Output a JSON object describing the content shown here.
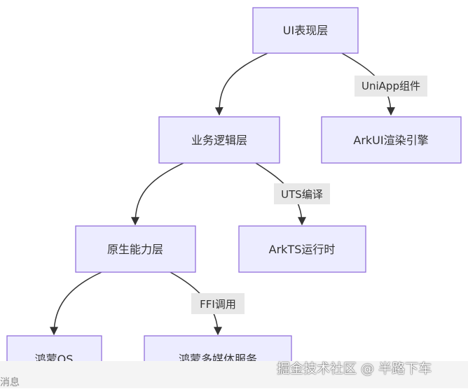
{
  "nodes": {
    "ui_layer": "UI表现层",
    "logic_layer": "业务逻辑层",
    "arkui_engine": "ArkUI渲染引擎",
    "native_layer": "原生能力层",
    "arkts_runtime": "ArkTS运行时",
    "harmony_os": "鸿蒙OS",
    "media_service": "鸿蒙多媒体服务"
  },
  "edges": {
    "uniapp_component": "UniApp组件",
    "uts_compile": "UTS编译",
    "ffi_call": "FFI调用"
  },
  "watermark": "掘金技术社区 @ 半路下车",
  "bottom_bar": {
    "left_text": "消息"
  },
  "colors": {
    "node_fill": "#ECECFF",
    "node_stroke": "#9370DB",
    "edge_stroke": "#333333",
    "edge_label_bg": "#e8e8e8"
  }
}
